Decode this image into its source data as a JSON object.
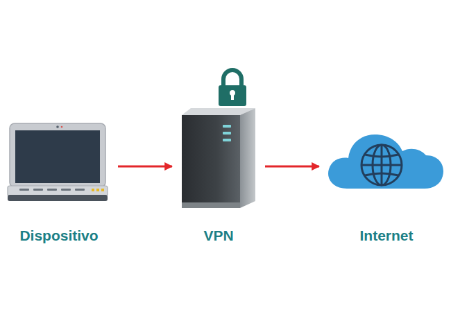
{
  "diagram": {
    "nodes": [
      {
        "text": [
          "Dispositivo"
        ]
      },
      {
        "text": [
          "VPN"
        ]
      },
      {
        "text": [
          "Internet"
        ]
      }
    ],
    "edges": [
      {
        "from": 0,
        "to": 1,
        "arrow": "to"
      },
      {
        "from": 1,
        "to": 2,
        "arrow": "to"
      }
    ]
  }
}
